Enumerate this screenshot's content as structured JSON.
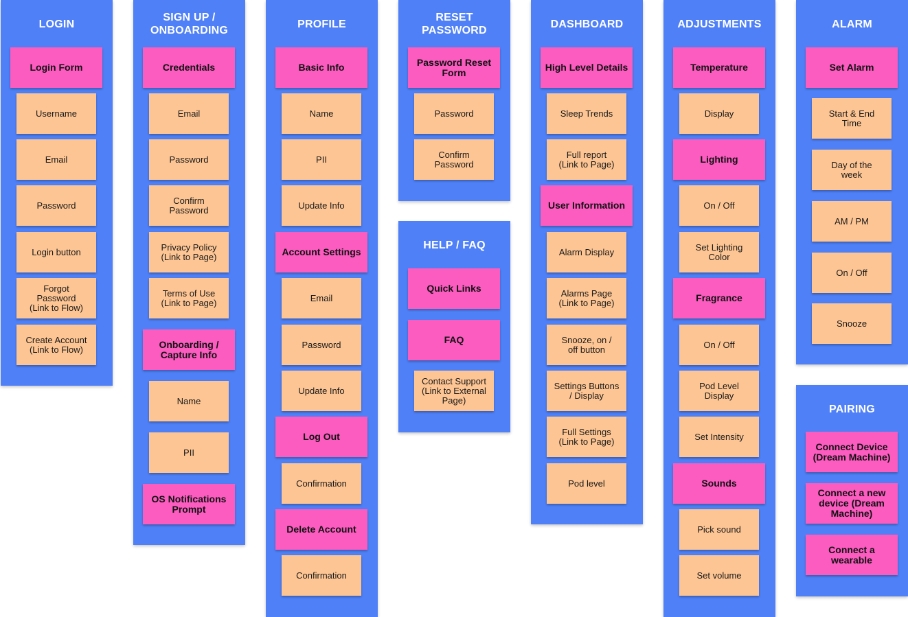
{
  "colors": {
    "column": "#4f80f7",
    "category_note": "#fc5bc0",
    "item_note": "#fdc593",
    "title_text": "#ffffff"
  },
  "columns": [
    {
      "title": "LOGIN",
      "notes": [
        {
          "kind": "category",
          "text": "Login Form"
        },
        {
          "kind": "item",
          "text": "Username"
        },
        {
          "kind": "item",
          "text": "Email"
        },
        {
          "kind": "item",
          "text": "Password"
        },
        {
          "kind": "item",
          "text": "Login button"
        },
        {
          "kind": "item",
          "text": "Forgot\nPassword\n(Link to Flow)"
        },
        {
          "kind": "item",
          "text": "Create Account\n(Link to Flow)"
        }
      ]
    },
    {
      "title": "SIGN UP /\nONBOARDING",
      "notes": [
        {
          "kind": "category",
          "text": "Credentials"
        },
        {
          "kind": "item",
          "text": "Email"
        },
        {
          "kind": "item",
          "text": "Password"
        },
        {
          "kind": "item",
          "text": "Confirm\nPassword"
        },
        {
          "kind": "item",
          "text": "Privacy Policy\n(Link to Page)"
        },
        {
          "kind": "item",
          "text": "Terms of Use\n(Link to Page)"
        },
        {
          "kind": "category",
          "text": "Onboarding /\nCapture Info"
        },
        {
          "kind": "item",
          "text": "Name"
        },
        {
          "kind": "item",
          "text": "PII"
        },
        {
          "kind": "category",
          "text": "OS Notifications\nPrompt"
        }
      ]
    },
    {
      "title": "PROFILE",
      "notes": [
        {
          "kind": "category",
          "text": "Basic Info"
        },
        {
          "kind": "item",
          "text": "Name"
        },
        {
          "kind": "item",
          "text": "PII"
        },
        {
          "kind": "item",
          "text": "Update Info"
        },
        {
          "kind": "category",
          "text": "Account Settings"
        },
        {
          "kind": "item",
          "text": "Email"
        },
        {
          "kind": "item",
          "text": "Password"
        },
        {
          "kind": "item",
          "text": "Update Info"
        },
        {
          "kind": "category",
          "text": "Log Out"
        },
        {
          "kind": "item",
          "text": "Confirmation"
        },
        {
          "kind": "category",
          "text": "Delete Account"
        },
        {
          "kind": "item",
          "text": "Confirmation"
        }
      ]
    },
    {
      "title": "RESET\nPASSWORD",
      "notes": [
        {
          "kind": "category",
          "text": "Password Reset\nForm"
        },
        {
          "kind": "item",
          "text": "Password"
        },
        {
          "kind": "item",
          "text": "Confirm\nPassword"
        }
      ]
    },
    {
      "title": "HELP / FAQ",
      "notes": [
        {
          "kind": "category",
          "text": "Quick Links"
        },
        {
          "kind": "category",
          "text": "FAQ"
        },
        {
          "kind": "item",
          "text": "Contact Support\n(Link to External\nPage)"
        }
      ]
    },
    {
      "title": "DASHBOARD",
      "notes": [
        {
          "kind": "category",
          "text": "High Level Details"
        },
        {
          "kind": "item",
          "text": "Sleep Trends"
        },
        {
          "kind": "item",
          "text": "Full report\n(Link to Page)"
        },
        {
          "kind": "category",
          "text": "User Information"
        },
        {
          "kind": "item",
          "text": "Alarm Display"
        },
        {
          "kind": "item",
          "text": "Alarms Page\n(Link to Page)"
        },
        {
          "kind": "item",
          "text": "Snooze, on /\noff button"
        },
        {
          "kind": "item",
          "text": "Settings Buttons\n/ Display"
        },
        {
          "kind": "item",
          "text": "Full Settings\n(Link to Page)"
        },
        {
          "kind": "item",
          "text": "Pod level"
        }
      ]
    },
    {
      "title": "ADJUSTMENTS",
      "notes": [
        {
          "kind": "category",
          "text": "Temperature"
        },
        {
          "kind": "item",
          "text": "Display"
        },
        {
          "kind": "category",
          "text": "Lighting"
        },
        {
          "kind": "item",
          "text": "On / Off"
        },
        {
          "kind": "item",
          "text": "Set Lighting\nColor"
        },
        {
          "kind": "category",
          "text": "Fragrance"
        },
        {
          "kind": "item",
          "text": "On / Off"
        },
        {
          "kind": "item",
          "text": "Pod Level\nDisplay"
        },
        {
          "kind": "item",
          "text": "Set Intensity"
        },
        {
          "kind": "category",
          "text": "Sounds"
        },
        {
          "kind": "item",
          "text": "Pick sound"
        },
        {
          "kind": "item",
          "text": "Set volume"
        }
      ]
    },
    {
      "title": "ALARM",
      "notes": [
        {
          "kind": "category",
          "text": "Set Alarm"
        },
        {
          "kind": "item",
          "text": "Start & End\nTime"
        },
        {
          "kind": "item",
          "text": "Day of the\nweek"
        },
        {
          "kind": "item",
          "text": "AM / PM"
        },
        {
          "kind": "item",
          "text": "On / Off"
        },
        {
          "kind": "item",
          "text": "Snooze"
        }
      ]
    },
    {
      "title": "PAIRING",
      "notes": [
        {
          "kind": "category",
          "text": "Connect Device\n(Dream Machine)"
        },
        {
          "kind": "category",
          "text": "Connect a new\ndevice (Dream\nMachine)"
        },
        {
          "kind": "category",
          "text": "Connect a\nwearable"
        }
      ]
    }
  ]
}
